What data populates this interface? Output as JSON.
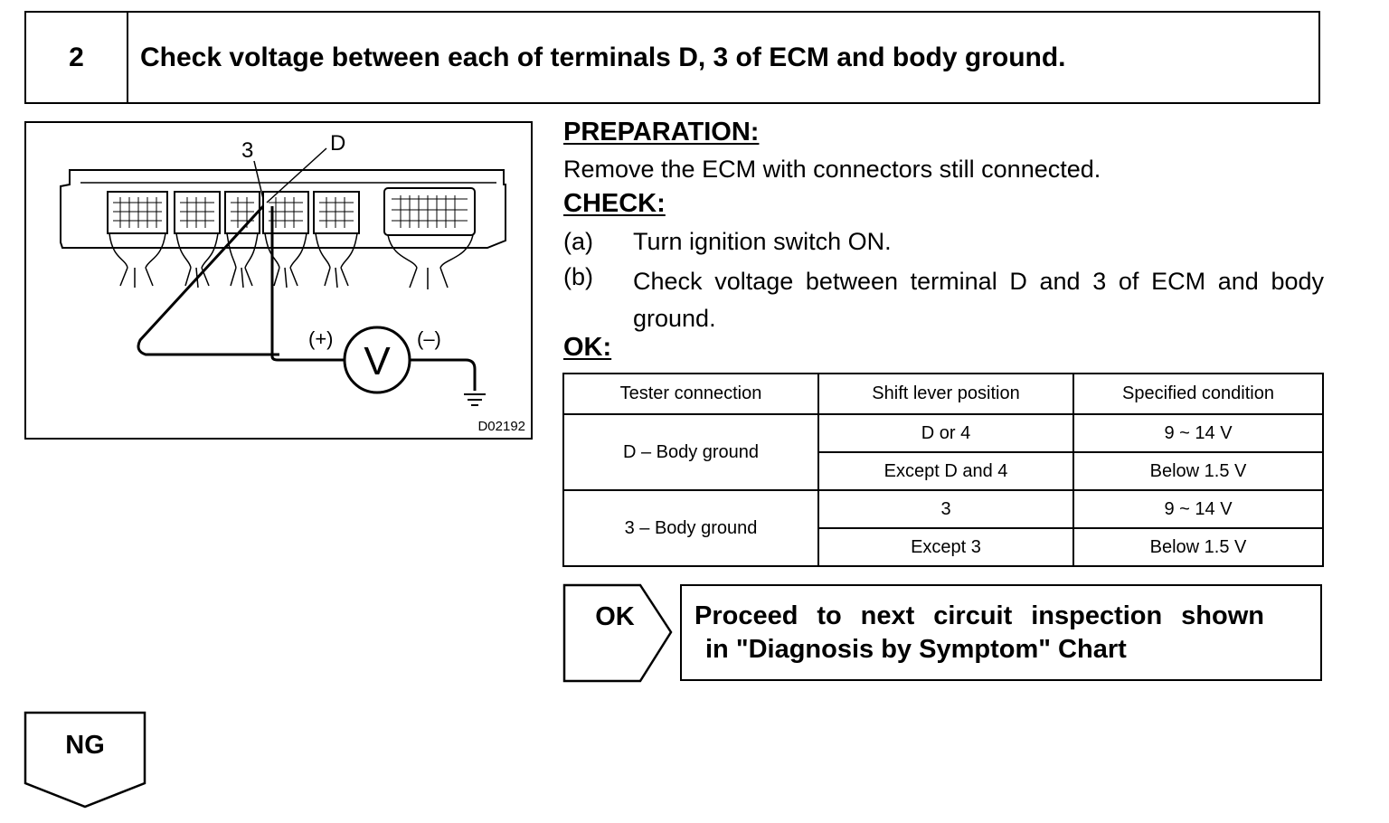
{
  "step": {
    "number": "2",
    "title": "Check voltage between each of terminals D, 3 of ECM and body ground."
  },
  "figure": {
    "label_terminal_3": "3",
    "label_terminal_d": "D",
    "label_plus": "(+)",
    "label_minus": "(–)",
    "meter_symbol": "V",
    "code": "D02192"
  },
  "preparation": {
    "heading": "PREPARATION:",
    "text": "Remove the ECM with connectors still connected."
  },
  "check": {
    "heading": "CHECK:",
    "steps": [
      {
        "label": "(a)",
        "text": "Turn ignition switch ON."
      },
      {
        "label": "(b)",
        "text": "Check voltage between terminal D and 3 of ECM and body ground."
      }
    ]
  },
  "ok_section": {
    "heading": "OK:",
    "table": {
      "headers": [
        "Tester connection",
        "Shift lever position",
        "Specified condition"
      ],
      "groups": [
        {
          "connection": "D – Body ground",
          "rows": [
            {
              "position": "D or 4",
              "condition": "9 ~ 14 V"
            },
            {
              "position": "Except D and 4",
              "condition": "Below 1.5 V"
            }
          ]
        },
        {
          "connection": "3 – Body ground",
          "rows": [
            {
              "position": "3",
              "condition": "9 ~ 14 V"
            },
            {
              "position": "Except 3",
              "condition": "Below 1.5 V"
            }
          ]
        }
      ]
    }
  },
  "result": {
    "ok_label": "OK",
    "ok_text_line1": "Proceed to next circuit inspection shown",
    "ok_text_line2": "in \"Diagnosis by Symptom\" Chart",
    "ng_label": "NG"
  }
}
